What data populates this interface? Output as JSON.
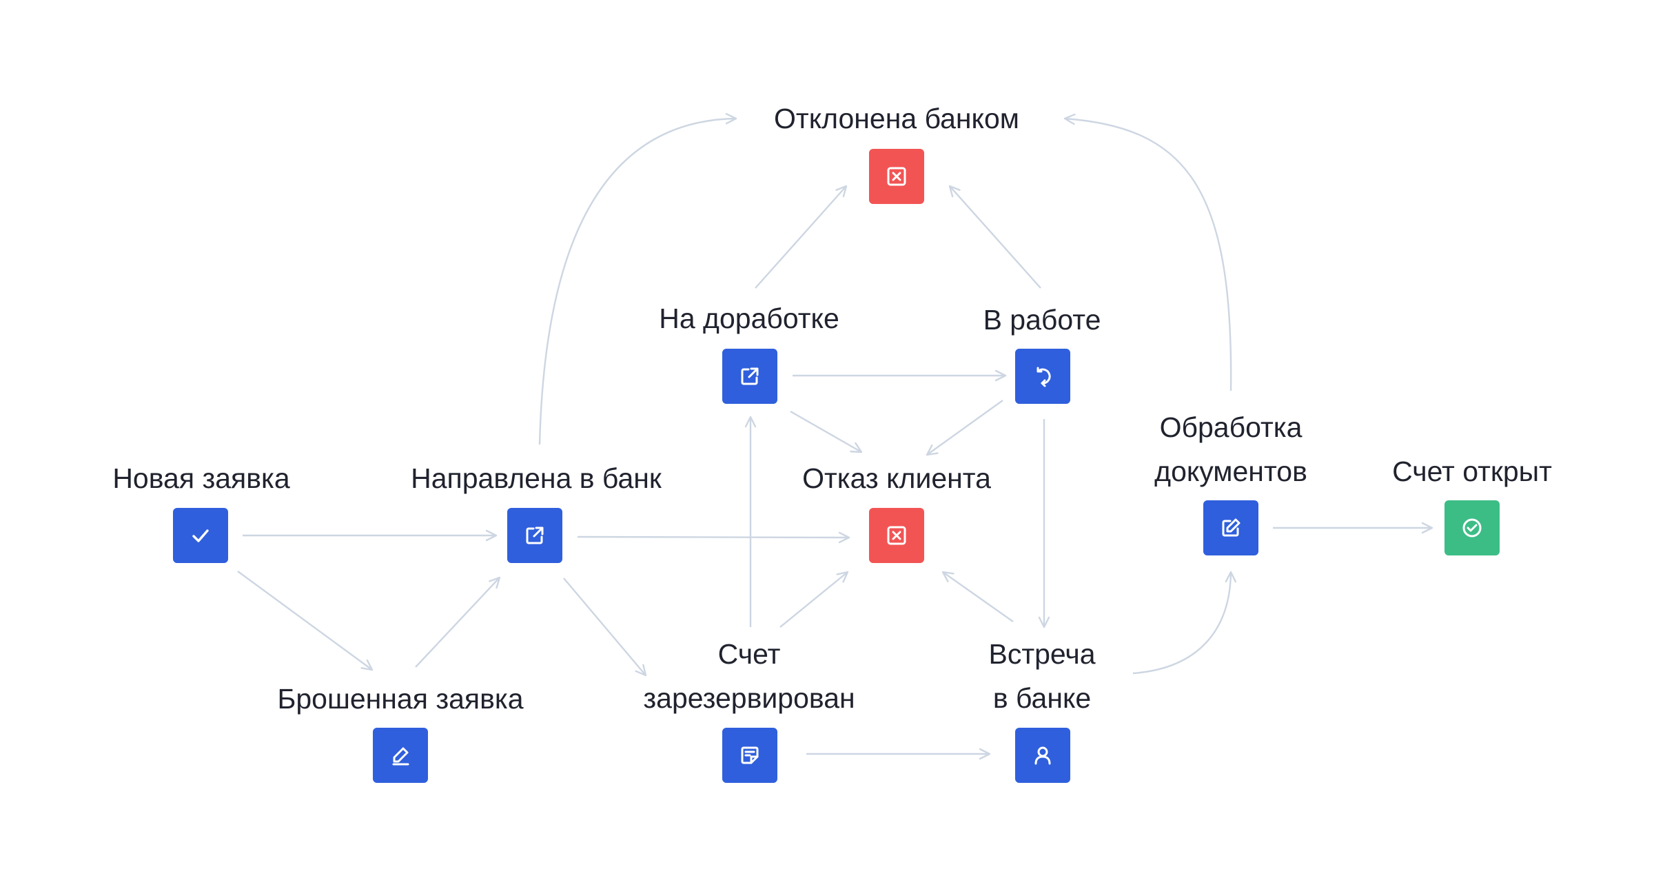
{
  "colors": {
    "blue": "#2f5fdc",
    "red": "#f25454",
    "green": "#3cbd86",
    "edge": "#cdd6e2",
    "text": "#20232e"
  },
  "nodes": {
    "rejected_by_bank": {
      "label": [
        "Отклонена банком"
      ],
      "color": "red",
      "icon": "close-square-icon"
    },
    "needs_revision": {
      "label": [
        "На доработке"
      ],
      "color": "blue",
      "icon": "external-link-icon"
    },
    "in_progress": {
      "label": [
        "В работе"
      ],
      "color": "blue",
      "icon": "refresh-icon"
    },
    "new_application": {
      "label": [
        "Новая заявка"
      ],
      "color": "blue",
      "icon": "check-icon"
    },
    "sent_to_bank": {
      "label": [
        "Направлена в банк"
      ],
      "color": "blue",
      "icon": "external-link-icon"
    },
    "client_refusal": {
      "label": [
        "Отказ клиента"
      ],
      "color": "red",
      "icon": "close-square-icon"
    },
    "document_processing": {
      "label": [
        "Обработка",
        "документов"
      ],
      "color": "blue",
      "icon": "edit-square-icon"
    },
    "account_opened": {
      "label": [
        "Счет открыт"
      ],
      "color": "green",
      "icon": "check-circle-icon"
    },
    "abandoned_application": {
      "label": [
        "Брошенная заявка"
      ],
      "color": "blue",
      "icon": "pencil-icon"
    },
    "account_reserved": {
      "label": [
        "Счет",
        "зарезервирован"
      ],
      "color": "blue",
      "icon": "document-icon"
    },
    "bank_meeting": {
      "label": [
        "Встреча",
        "в банке"
      ],
      "color": "blue",
      "icon": "person-icon"
    }
  }
}
